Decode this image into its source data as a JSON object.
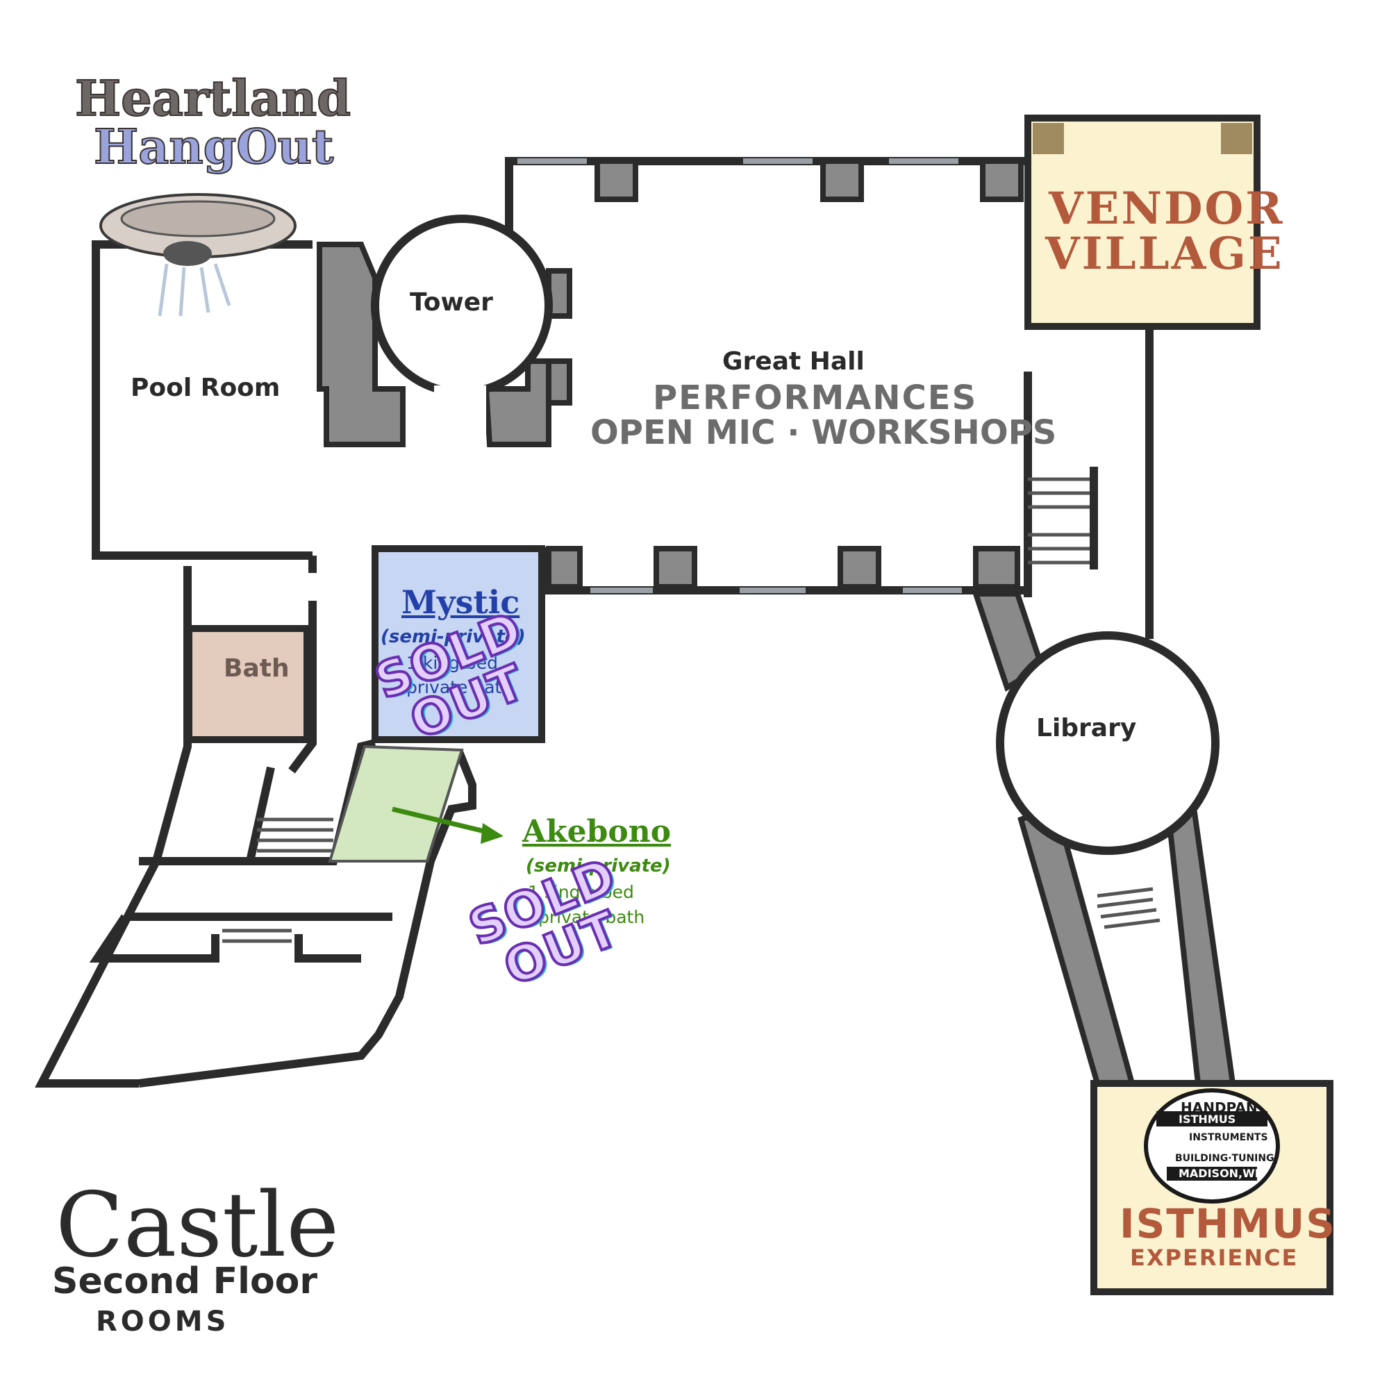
{
  "brand": {
    "line1": "Heartland",
    "line2": "HangOut",
    "line1_color": "#6d6766",
    "line2_color": "#9aa3dc"
  },
  "footer": {
    "line1": "Castle",
    "line2": "Second Floor",
    "line3": "ROOMS"
  },
  "rooms": {
    "pool_room": "Pool Room",
    "tower": "Tower",
    "great_hall": {
      "title": "Great Hall",
      "line1": "PERFORMANCES",
      "line2": "OPEN MIC · WORKSHOPS"
    },
    "bath": "Bath",
    "library": "Library",
    "vendor_village": {
      "line1": "VENDOR",
      "line2": "VILLAGE",
      "color": "#b3593c"
    },
    "isthmus": {
      "line1": "ISTHMUS",
      "line2": "EXPERIENCE",
      "color": "#b3593c"
    }
  },
  "mystic": {
    "name": "Mystic",
    "type": "(semi-private)",
    "detail1": "1 king bed",
    "detail2": "private bath",
    "status": "SOLD OUT",
    "color": "#2340a8",
    "fill": "#c7d6f3"
  },
  "akebono": {
    "name": "Akebono",
    "type": "(semi-private)",
    "detail1": "1 single bed",
    "detail2": "private bath",
    "status": "SOLD OUT",
    "color": "#3d8a10",
    "fill": "#d3e8c0"
  },
  "logo": {
    "line1": "HANDPAN",
    "line2": "ISTHMUS",
    "line3": "INSTRUMENTS",
    "line4": "BUILDING·TUNING",
    "line5": "MADISON,WI"
  },
  "colors": {
    "wall": "#2b2b2b",
    "wall_fill": "#8a8a8a",
    "cream": "#fbf3cf",
    "bath": "#e3cbbd"
  }
}
